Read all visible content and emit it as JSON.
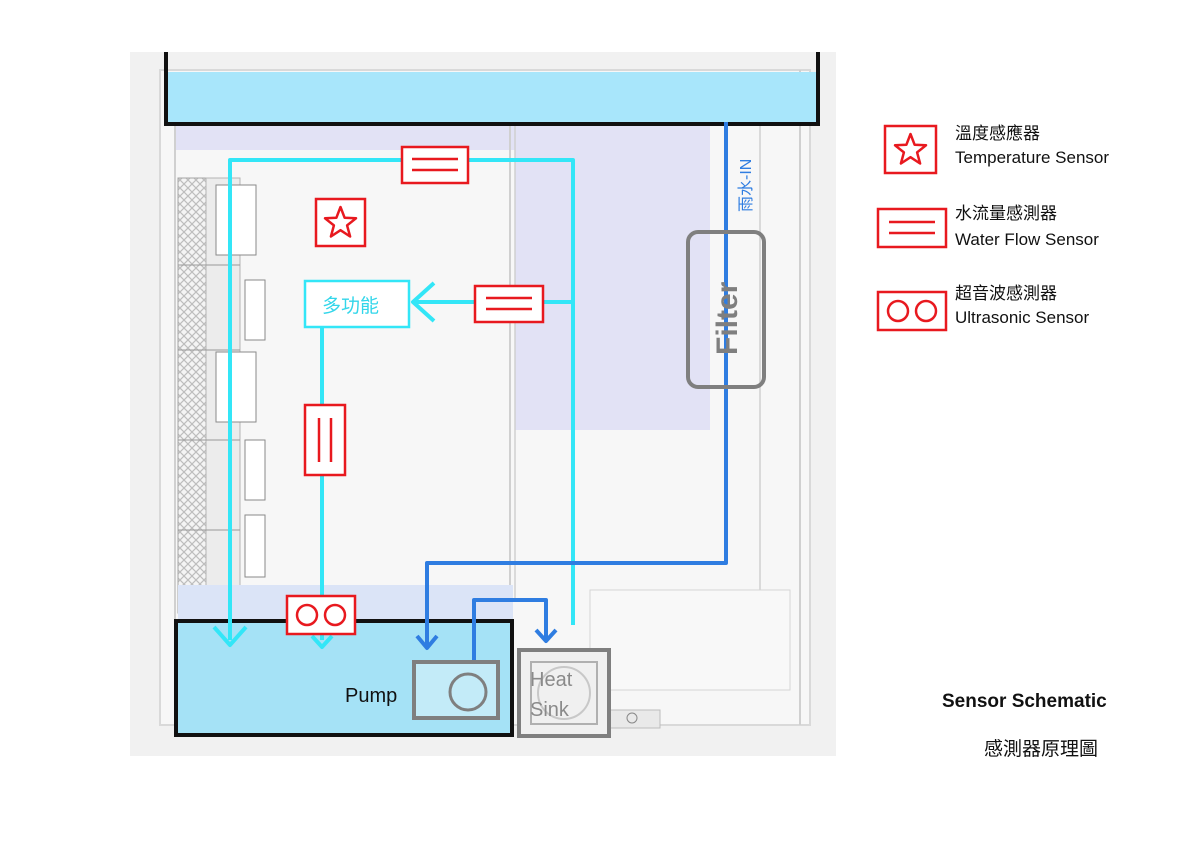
{
  "diagram": {
    "labels": {
      "multifunction": "多功能",
      "rain_in": "雨水-IN",
      "filter": "Filter",
      "pump": "Pump",
      "heat_sink_line1": "Heat",
      "heat_sink_line2": "Sink"
    }
  },
  "legend": {
    "temperature": {
      "zh": "溫度感應器",
      "en": "Temperature Sensor"
    },
    "water_flow": {
      "zh": "水流量感測器",
      "en": "Water Flow Sensor"
    },
    "ultrasonic": {
      "zh": "超音波感測器",
      "en": "Ultrasonic Sensor"
    }
  },
  "title": {
    "en": "Sensor Schematic",
    "zh": "感測器原理圖"
  },
  "colors": {
    "sensor_red": "#e8191f",
    "cyan_pipe": "#33e6f7",
    "blue_pipe": "#2f7de1",
    "water": "#9fe3f5",
    "frame": "#111111",
    "gray_box": "#7f7f7f"
  }
}
